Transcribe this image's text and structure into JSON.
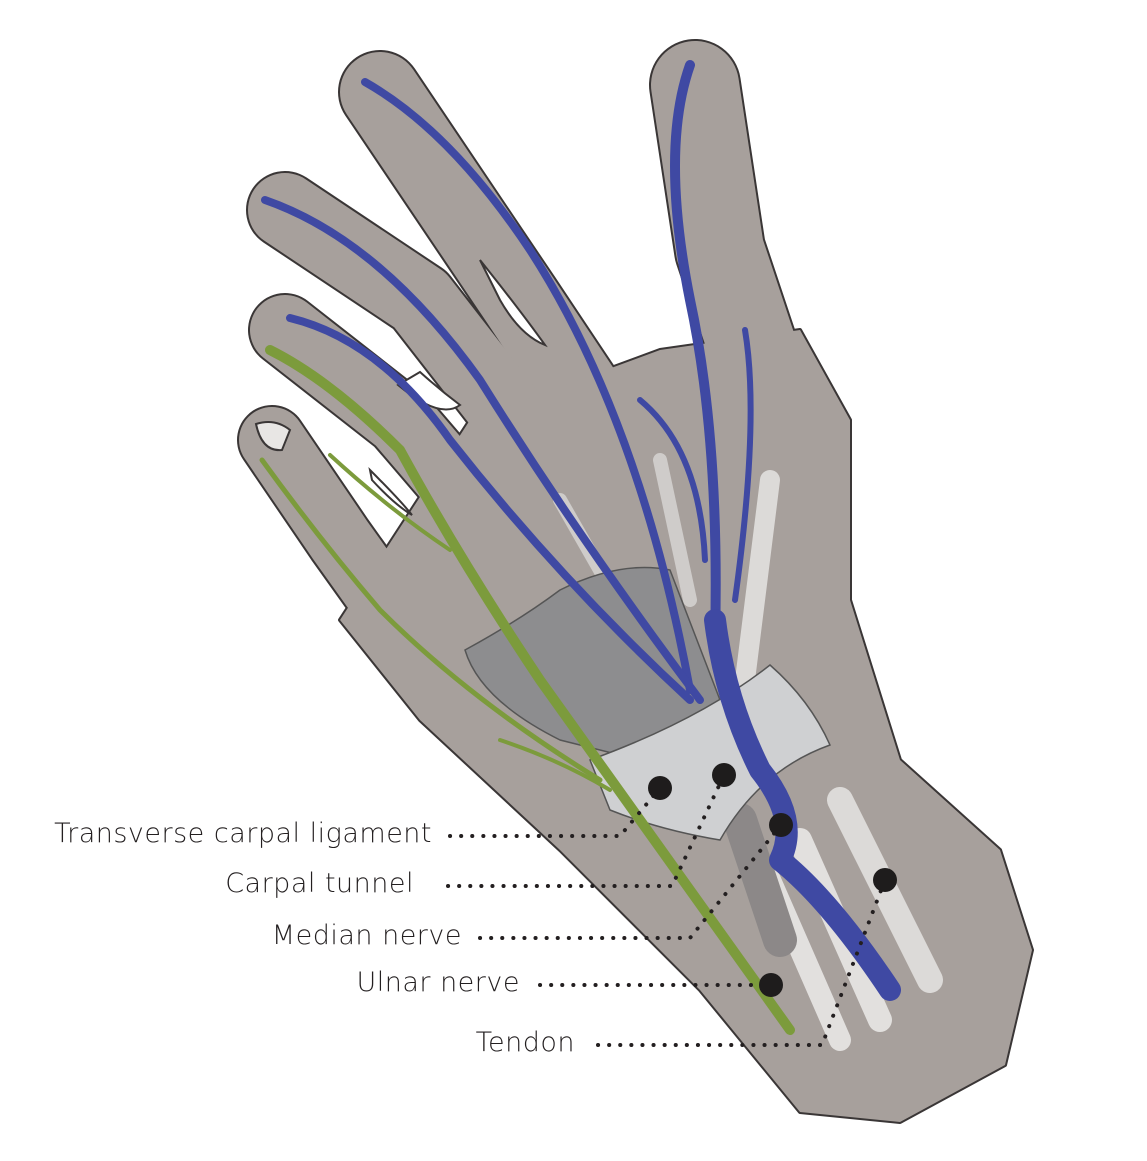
{
  "diagram": {
    "colors": {
      "skin": "#a7a09c",
      "outline": "#3a3636",
      "median_nerve": "#3f49a3",
      "ulnar_nerve": "#7c9b3c",
      "ligament": "#cfd0d2",
      "tendon": "#dcdad8",
      "marker": "#1e1c1c"
    },
    "labels": [
      {
        "id": "transverse-carpal-ligament",
        "text": "Transverse carpal ligament"
      },
      {
        "id": "carpal-tunnel",
        "text": "Carpal tunnel"
      },
      {
        "id": "median-nerve",
        "text": "Median nerve"
      },
      {
        "id": "ulnar-nerve",
        "text": "Ulnar nerve"
      },
      {
        "id": "tendon",
        "text": "Tendon"
      }
    ]
  }
}
